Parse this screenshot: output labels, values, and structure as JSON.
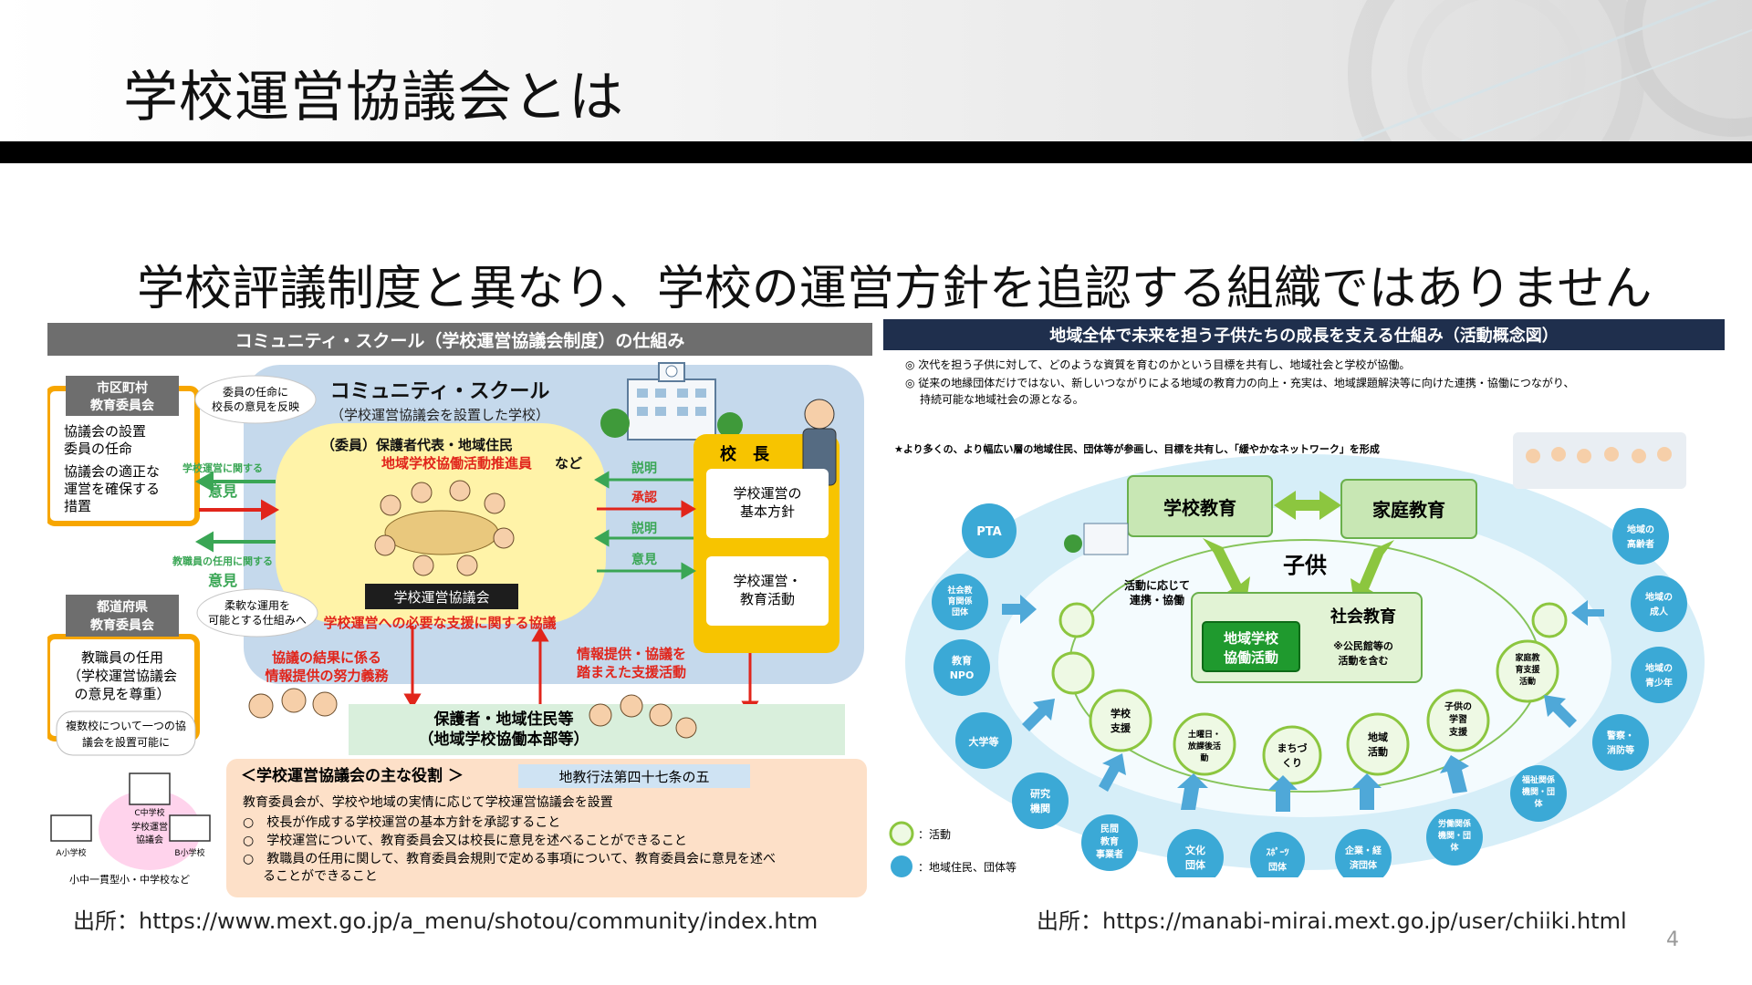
{
  "slide": {
    "title": "学校運営協議会とは",
    "subtitle": "学校評議制度と異なり、学校の運営方針を追認する組織ではありません",
    "page_number": "4"
  },
  "left": {
    "header": "コミュニティ・スクール（学校運営協議会制度）の仕組み",
    "city_board": {
      "title1": "市区町村",
      "title2": "教育委員会",
      "l1": "協議会の設置",
      "l2": "委員の任命",
      "l3": "協議会の適正な",
      "l4": "運営を確保する",
      "l5": "措置"
    },
    "bubble1": {
      "l1": "委員の任命に",
      "l2": "校長の意見を反映"
    },
    "cs_title": "コミュニティ・スクール",
    "cs_sub": "（学校運営協議会を設置した学校）",
    "members": "（委員）保護者代表・地域住民",
    "promoter": "地域学校協働活動推進員",
    "etc": "など",
    "kyogikai_label": "学校運営協議会",
    "support_talk": "学校運営への必要な支援に関する協議",
    "opinion1": {
      "l1": "学校運営に関する",
      "l2": "意見"
    },
    "opinion2": {
      "l1": "教職員の任用に関する",
      "l2": "意見"
    },
    "principal": "校　長",
    "policy": {
      "l1": "学校運営の",
      "l2": "基本方針"
    },
    "activities": {
      "l1": "学校運営・",
      "l2": "教育活動"
    },
    "arrows": {
      "explain1": "説明",
      "approve": "承認",
      "explain2": "説明",
      "opinion": "意見"
    },
    "pref_board": {
      "title1": "都道府県",
      "title2": "教育委員会",
      "l1": "教職員の任用",
      "l2": "（学校運営協議会",
      "l3": "の意見を尊重）"
    },
    "bubble2": {
      "l1": "柔軟な運用を",
      "l2": "可能とする仕組みへ"
    },
    "results": {
      "l1": "協議の結果に係る",
      "l2": "情報提供の努力義務"
    },
    "info_support": {
      "l1": "情報提供・協議を",
      "l2": "踏まえた支援活動"
    },
    "parents": {
      "l1": "保護者・地域住民等",
      "l2": "（地域学校協働本部等）"
    },
    "multi_school": {
      "l1": "複数校について一つの協",
      "l2": "議会を設置可能に"
    },
    "schools": {
      "c": "C中学校",
      "a": "A小学校",
      "b": "B小学校",
      "center1": "学校運営",
      "center2": "協議会",
      "caption": "小中一貫型小・中学校など"
    },
    "roles": {
      "title": "＜学校運営協議会の主な役割 ＞",
      "law": "地教行法第四十七条の五",
      "intro": "教育委員会が、学校や地域の実情に応じて学校運営協議会を設置",
      "items": [
        "○　校長が作成する学校運営の基本方針を承認すること",
        "○　学校運営について、教育委員会又は校長に意見を述べることができること",
        "○　教職員の任用に関して、教育委員会規則で定める事項について、教育委員会に意見を述べ"
      ],
      "item3_cont": "ることができること"
    },
    "source": "出所：https://www.mext.go.jp/a_menu/shotou/community/index.htm"
  },
  "right": {
    "header": "地域全体で未来を担う子供たちの成長を支える仕組み（活動概念図）",
    "note1": "◎ 次代を担う子供に対して、どのような資質を育むのかという目標を共有し、地域社会と学校が協働。",
    "note2a": "◎ 従来の地縁団体だけではない、新しいつながりによる地域の教育力の向上・充実は、地域課題解決等に向けた連携・協働につながり、",
    "note2b": "持続可能な地域社会の源となる。",
    "star": "★より多くの、より幅広い層の地域住民、団体等が参画し、目標を共有し、「緩やかなネットワーク」を形成",
    "school_ed": "学校教育",
    "home_ed": "家庭教育",
    "child": "子供",
    "cooperate": {
      "l1": "活動に応じて",
      "l2": "連携・協働"
    },
    "social_ed": "社会教育",
    "kyodo": {
      "l1": "地域学校",
      "l2": "協働活動"
    },
    "kominkan": {
      "l1": "※公民館等の",
      "l2": "活動を含む"
    },
    "activities": [
      {
        "l1": "学校",
        "l2": "支援"
      },
      {
        "l1": "土曜日・",
        "l2": "放課後活",
        "l3": "動"
      },
      {
        "l1": "まちづ",
        "l2": "くり"
      },
      {
        "l1": "地域",
        "l2": "活動"
      },
      {
        "l1": "子供の",
        "l2": "学習",
        "l3": "支援"
      },
      {
        "l1": "家庭教",
        "l2": "育支援",
        "l3": "活動"
      }
    ],
    "groups": [
      {
        "l1": "PTA"
      },
      {
        "l1": "社会教",
        "l2": "育関係",
        "l3": "団体"
      },
      {
        "l1": "教育",
        "l2": "NPO"
      },
      {
        "l1": "大学等"
      },
      {
        "l1": "研究",
        "l2": "機関"
      },
      {
        "l1": "民間",
        "l2": "教育",
        "l3": "事業者"
      },
      {
        "l1": "文化",
        "l2": "団体"
      },
      {
        "l1": "ｽﾎﾟｰﾂ",
        "l2": "団体"
      },
      {
        "l1": "企業・経",
        "l2": "済団体"
      },
      {
        "l1": "労働関係",
        "l2": "機関・団",
        "l3": "体"
      },
      {
        "l1": "福祉関係",
        "l2": "機関・団",
        "l3": "体"
      },
      {
        "l1": "警察・",
        "l2": "消防等"
      },
      {
        "l1": "地域の",
        "l2": "青少年"
      },
      {
        "l1": "地域の",
        "l2": "成人"
      },
      {
        "l1": "地域の",
        "l2": "高齢者"
      }
    ],
    "legend_activity": "：活動",
    "legend_group": "：地域住民、団体等",
    "source": "出所：https://manabi-mirai.mext.go.jp/user/chiiki.html"
  },
  "colors": {
    "lightblue": "#c5d9ec",
    "yellow": "#fff3a8",
    "orange": "#f7a600",
    "green": "#3aa655",
    "red": "#e1251b",
    "navy": "#1f2f4d",
    "teal": "#3ba9d6"
  }
}
